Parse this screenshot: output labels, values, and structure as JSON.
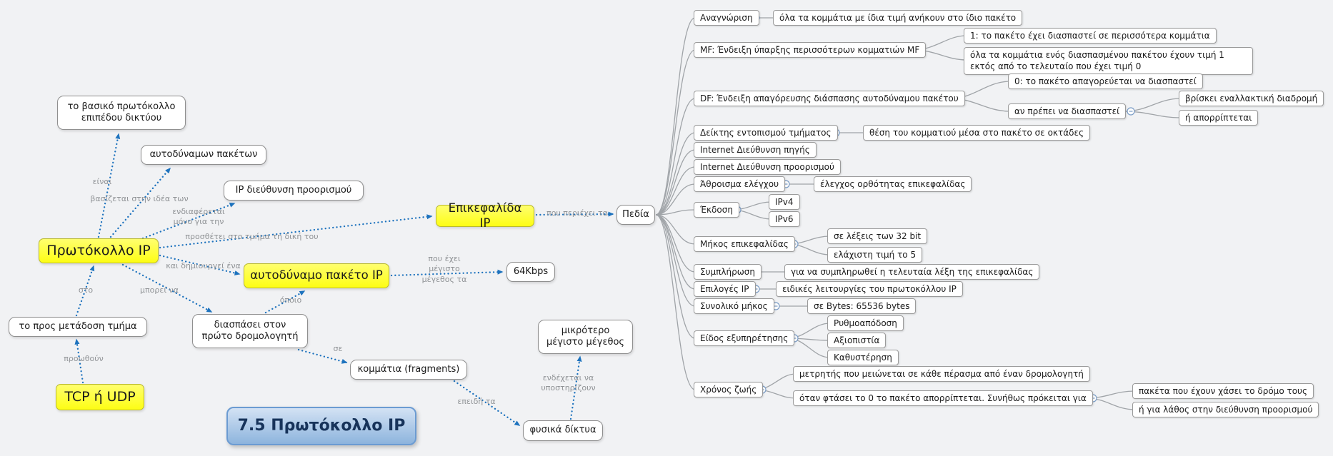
{
  "root": {
    "label": "7.5 Πρωτόκολλο IP"
  },
  "colors": {
    "accent_blue": "#1e73be",
    "node_yellow": "#fdfd14",
    "root_blue": "#8db4dd",
    "background": "#f1f2f4",
    "tree_line": "#a0a4a8"
  },
  "nodes": {
    "protocol_ip": "Πρωτόκολλο IP",
    "tcp_udp": "TCP ή UDP",
    "header_ip": "Επικεφαλίδα IP",
    "datagram_ip": "αυτοδύναμο πακέτο IP",
    "basic_protocol": "το βασικό πρωτόκολλο επιπέδου δικτύου",
    "datagrams": "αυτοδύναμων πακέτων",
    "dest_address": "IP διεύθυνση προορισμού",
    "segment": "το προς μετάδοση τμήμα",
    "fragment_router": "διασπάσει στον πρώτο δρομολογητή",
    "fragments": "κομμάτια (fragments)",
    "kbps": "64Kbps",
    "smaller_max": "μικρότερο μέγιστο μέγεθος",
    "physical_networks": "φυσικά δίκτυα",
    "fields_node": "Πεδία"
  },
  "labels": {
    "einai": "είναι",
    "vasizetai": "βασίζεται στην ιδέα των",
    "endiaferetai": "ενδιαφέρεται μόνο για την",
    "prosthetei": "προσθέτει στο τμήμα τη δική του",
    "dimiourgei": "και δημιουργεί ένα",
    "sto": "στο",
    "borei_na": "μπορεί να",
    "opoio": "όποιο",
    "pou_exei": "που έχει μέγιστο μέγεθος τα",
    "pou_periexei": "που περιέχει τα",
    "se": "σε",
    "epeidi": "επειδή τα",
    "endexetai": "ενδέχεται να υποστηρίζουν",
    "proothoun": "προωθούν"
  },
  "fields": {
    "anagnorisi": "Αναγνώριση",
    "anagnorisi_desc": "όλα τα κομμάτια με ίδια τιμή ανήκουν στο ίδιο πακέτο",
    "mf": "MF: Ένδειξη ύπαρξης περισσότερων κομματιών MF",
    "mf_1": "1: το πακέτο έχει διασπαστεί σε περισσότερα κομμάτια",
    "mf_all": "όλα τα κομμάτια ενός διασπασμένου πακέτου έχουν τιμή 1 εκτός από το τελευταίο που έχει τιμή 0",
    "df": "DF: Ένδειξη απαγόρευσης διάσπασης αυτοδύναμου πακέτου",
    "df_0": "0: το πακέτο απαγορεύεται να διασπαστεί",
    "df_if": "αν πρέπει να διασπαστεί",
    "df_alt": "βρίσκει εναλλακτική διαδρομή",
    "df_drop": "ή απορρίπτεται",
    "offset": "Δείκτης εντοπισμού τμήματος",
    "offset_desc": "θέση του κομματιού μέσα στο πακέτο σε οκτάδες",
    "src": "Internet Διεύθυνση πηγής",
    "dst": "Internet Διεύθυνση προορισμού",
    "checksum": "Άθροισμα ελέγχου",
    "checksum_desc": "έλεγχος ορθότητας επικεφαλίδας",
    "version": "Έκδοση",
    "ipv4": "IPv4",
    "ipv6": "IPv6",
    "hlen": "Μήκος επικεφαλίδας",
    "hlen_words": "σε λέξεις των 32 bit",
    "hlen_min": "ελάχιστη τιμή το 5",
    "padding": "Συμπλήρωση",
    "padding_desc": "για να συμπληρωθεί η τελευταία λέξη της επικεφαλίδας",
    "options": "Επιλογές IP",
    "options_desc": "ειδικές λειτουργίες του πρωτοκόλλου IP",
    "total_len": "Συνολικό μήκος",
    "total_len_desc": "σε Bytes: 65536 bytes",
    "tos": "Είδος εξυπηρέτησης",
    "tos_throughput": "Ρυθμοαπόδοση",
    "tos_reliability": "Αξιοπιστία",
    "tos_delay": "Καθυστέρηση",
    "ttl": "Χρόνος ζωής",
    "ttl_counter": "μετρητής που μειώνεται σε κάθε πέρασμα από έναν δρομολογητή",
    "ttl_zero": "όταν φτάσει το 0 το πακέτο απορρίπτεται. Συνήθως πρόκειται για",
    "ttl_lost": "πακέτα που έχουν χάσει το δρόμο τους",
    "ttl_wrong": "ή για λάθος στην διεύθυνση προορισμού"
  }
}
